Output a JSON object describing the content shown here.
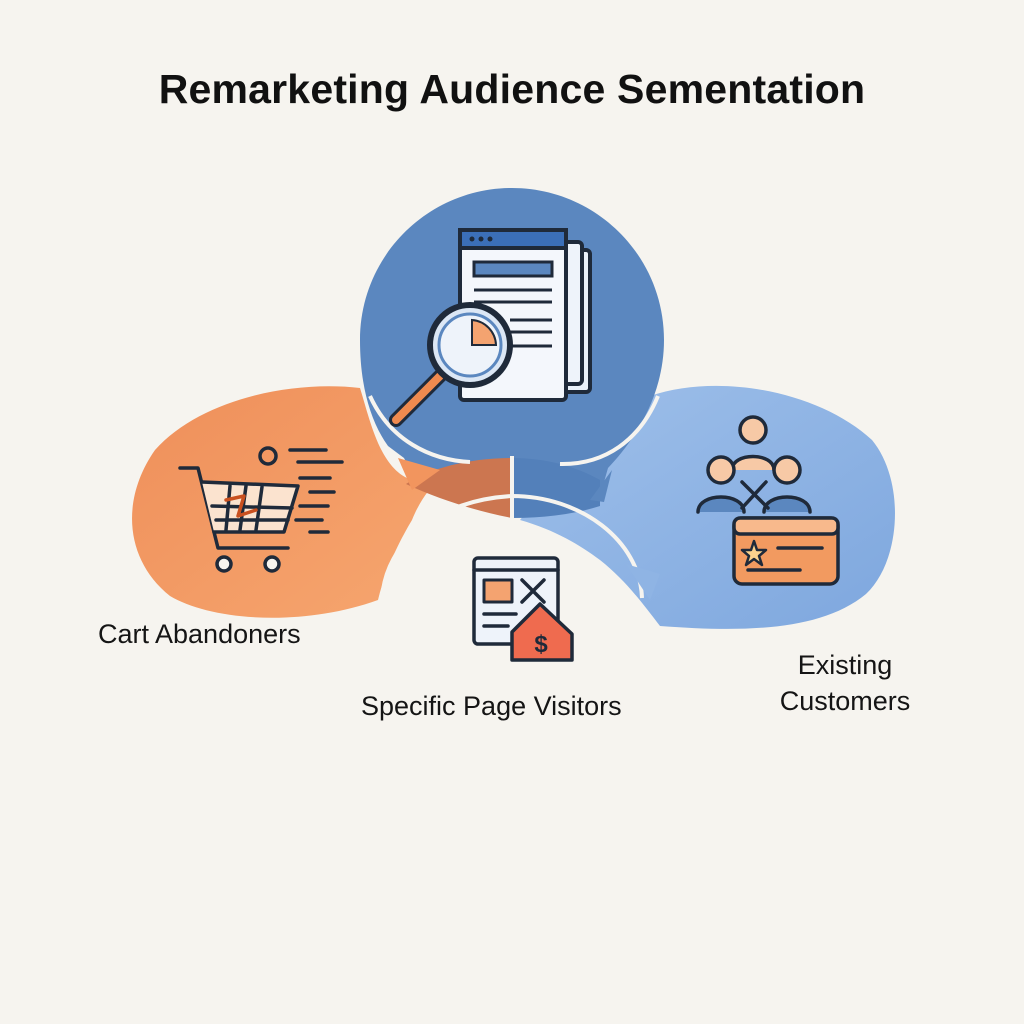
{
  "title": "Remarketing Audience Sementation",
  "segments": {
    "cart_abandoners": {
      "label": "Cart Abandoners",
      "color": "#f2955e",
      "icon": "shopping-cart-icon"
    },
    "specific_page_visitors": {
      "label": "Specific Page Visitors",
      "color": "#5b87bf",
      "icon": "search-pages-icon",
      "bottom_icon": "webpage-price-tag-icon",
      "price_symbol": "$"
    },
    "existing_customers": {
      "label_line1": "Existing",
      "label_line2": "Customers",
      "color": "#8fb4e4",
      "icon": "customer-group-loyalty-card-icon"
    }
  },
  "colors": {
    "background": "#f6f4ef",
    "overlap": "#cc7650",
    "outline": "#1f2a3a"
  }
}
